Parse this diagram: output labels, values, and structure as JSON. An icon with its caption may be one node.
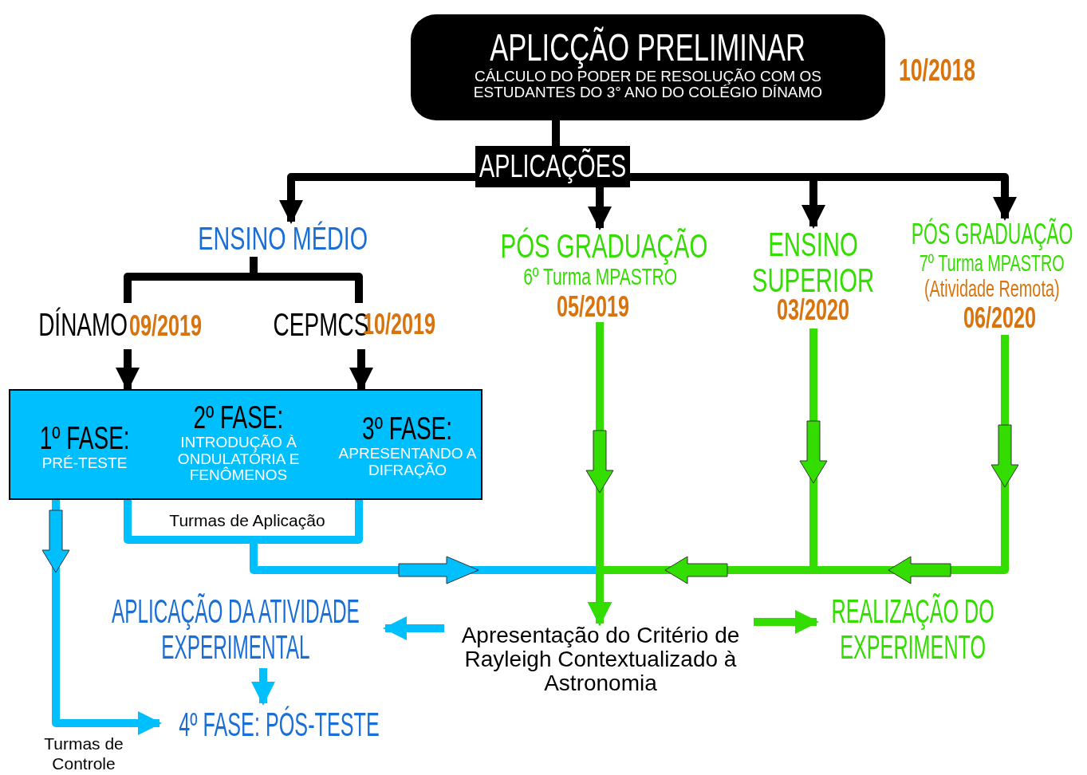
{
  "diagram": {
    "nodes": [
      {
        "text": [
          "APLICÇÃO PRELIMINAR",
          "CÁLCULO DO PODER DE RESOLUÇÃO COM OS ESTUDANTES DO 3° ANO DO COLÉGIO DÍNAMO"
        ],
        "beside": [
          "10/2018"
        ]
      },
      {
        "text": [
          "APLICAÇÕES"
        ]
      },
      {
        "text": [
          "ENSINO MÉDIO"
        ]
      },
      {
        "text": [
          "PÓS GRADUAÇÃO",
          "6º Turma MPASTRO"
        ],
        "beside": [
          "05/2019"
        ]
      },
      {
        "text": [
          "ENSINO SUPERIOR"
        ],
        "beside": [
          "03/2020"
        ]
      },
      {
        "text": [
          "PÓS GRADUAÇÃO",
          "7º Turma MPASTRO",
          "(Atividade Remota)"
        ],
        "beside": [
          "06/2020"
        ]
      },
      {
        "text": [
          "DÍNAMO"
        ],
        "beside": [
          "09/2019"
        ]
      },
      {
        "text": [
          "CEPMCS"
        ],
        "beside": [
          "10/2019"
        ]
      },
      {
        "text": [],
        "shape": "box"
      },
      {
        "text": [
          "1º FASE:",
          "PRÉ-TESTE"
        ],
        "in": 8
      },
      {
        "text": [
          "2º FASE:",
          "INTRODUÇÃO À ONDULATÓRIA E FENÔMENOS"
        ],
        "in": 8
      },
      {
        "text": [
          "3º FASE:",
          "APRESENTANDO A DIFRAÇÃO"
        ],
        "in": 8
      },
      {
        "text": [
          "APLICAÇÃO DA ATIVIDADE EXPERIMENTAL"
        ]
      },
      {
        "text": [
          "Apresentação do Critério de Rayleigh Contextualizado à Astronomia"
        ]
      },
      {
        "text": [
          "REALIZAÇÃO DO EXPERIMENTO"
        ]
      },
      {
        "text": [
          "4º FASE: PÓS-TESTE"
        ]
      }
    ],
    "edges": [
      {
        "from": 0,
        "to": 1,
        "arrow": "none"
      },
      {
        "from": 1,
        "to": 2,
        "arrow": "to"
      },
      {
        "from": 1,
        "to": 3,
        "arrow": "to"
      },
      {
        "from": 1,
        "to": 4,
        "arrow": "to"
      },
      {
        "from": 1,
        "to": 5,
        "arrow": "to"
      },
      {
        "from": 2,
        "to": 6,
        "arrow": "none"
      },
      {
        "from": 2,
        "to": 7,
        "arrow": "none"
      },
      {
        "from": 6,
        "to": 8,
        "arrow": "to"
      },
      {
        "from": 7,
        "to": 8,
        "arrow": "to"
      },
      {
        "from": 8,
        "to": 15,
        "arrow": "to",
        "color": "#00bfff",
        "label": "Turmas de Controle"
      },
      {
        "from": 8,
        "to": 13,
        "arrow": "to",
        "color": "#00bfff",
        "label": "Turmas de Aplicação"
      },
      {
        "from": 3,
        "to": 13,
        "arrow": "to",
        "color": "#33dd00"
      },
      {
        "from": 4,
        "to": 13,
        "arrow": "to",
        "color": "#33dd00"
      },
      {
        "from": 5,
        "to": 13,
        "arrow": "to",
        "color": "#33dd00"
      },
      {
        "from": 13,
        "to": 12,
        "arrow": "to",
        "color": "#00bfff"
      },
      {
        "from": 13,
        "to": 14,
        "arrow": "to",
        "color": "#33dd00"
      },
      {
        "from": 12,
        "to": 15,
        "arrow": "to",
        "color": "#00bfff"
      }
    ]
  }
}
